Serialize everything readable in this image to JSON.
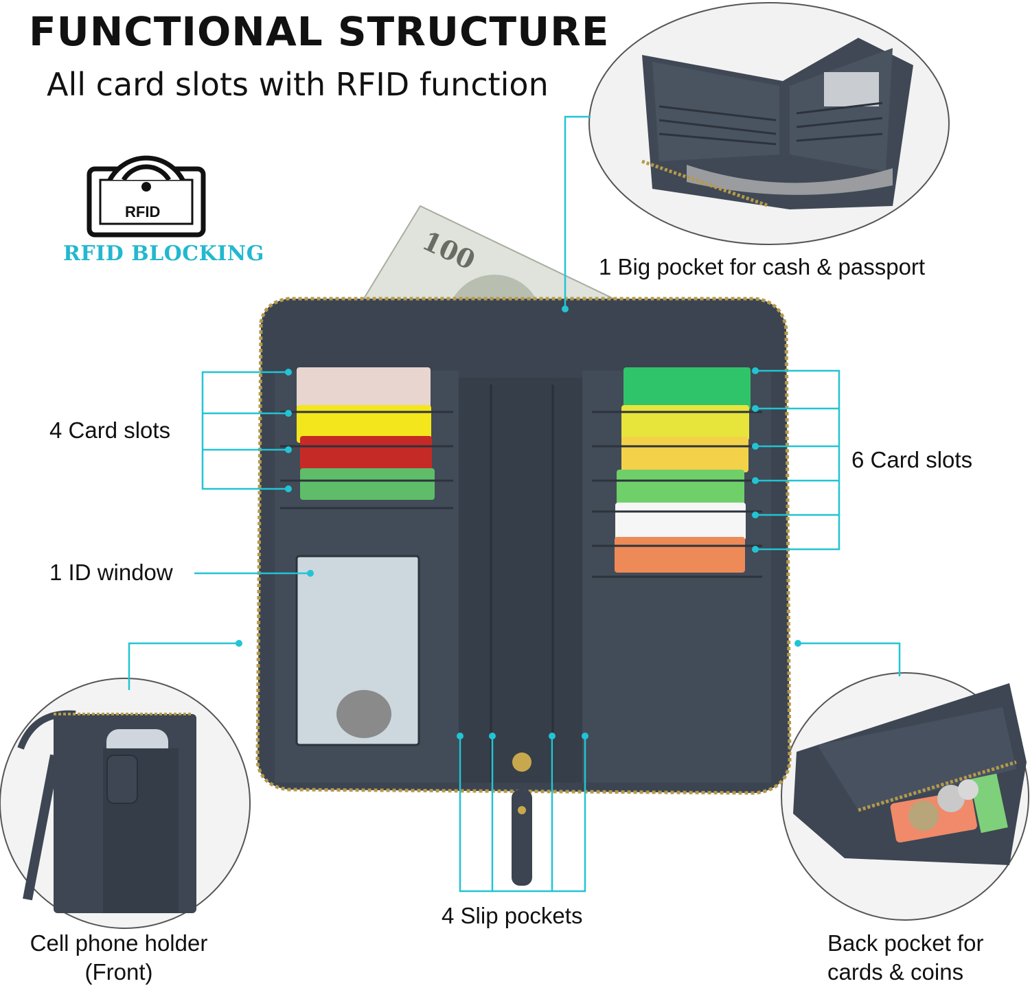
{
  "heading": {
    "title": "FUNCTIONAL STRUCTURE",
    "subtitle": "All card slots with RFID function"
  },
  "rfid_badge": {
    "icon_text": "RFID",
    "caption": "RFID BLOCKING"
  },
  "callouts": {
    "big_pocket": "1 Big pocket for cash & passport",
    "left_card_slots": "4 Card slots",
    "right_card_slots": "6 Card slots",
    "id_window": "1 ID window",
    "slip_pockets": "4 Slip pockets",
    "phone_holder_line1": "Cell phone holder",
    "phone_holder_line2": "(Front)",
    "back_pocket_line1": "Back pocket for",
    "back_pocket_line2": "cards & coins"
  },
  "colors": {
    "accent": "#22c4d4",
    "wallet": "#3d4652",
    "zipper": "#b59a4a"
  }
}
